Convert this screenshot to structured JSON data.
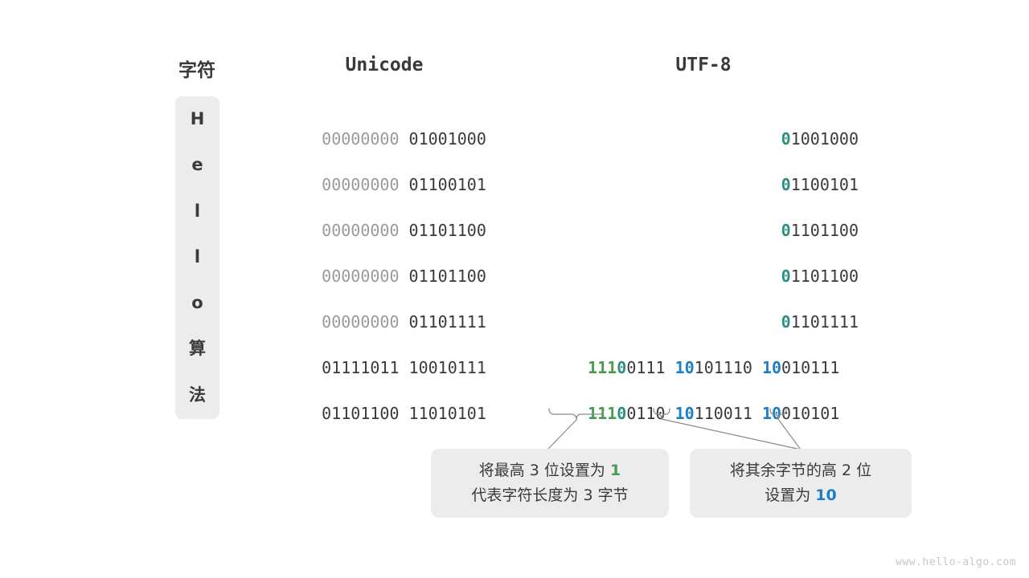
{
  "figure": {
    "watermark": "www.hello-algo.com",
    "colors": {
      "char_box_bg": "#ececec",
      "callout_bg": "#ececec",
      "text_dark": "#3a3a3a",
      "text_light": "#9a9a9a",
      "teal": "#2a9183",
      "green": "#4a9a52",
      "blue": "#1f7fc4",
      "connector": "#8a8a8a"
    }
  },
  "headers": {
    "character": "字符",
    "unicode": "Unicode",
    "utf8": "UTF-8"
  },
  "rows": [
    {
      "char": "H",
      "unicode_high": "00000000",
      "unicode_low": "01001000",
      "utf8_bytes": [
        {
          "prefix": "0",
          "prefix_color": "teal",
          "rest": "1001000"
        }
      ]
    },
    {
      "char": "e",
      "unicode_high": "00000000",
      "unicode_low": "01100101",
      "utf8_bytes": [
        {
          "prefix": "0",
          "prefix_color": "teal",
          "rest": "1100101"
        }
      ]
    },
    {
      "char": "l",
      "unicode_high": "00000000",
      "unicode_low": "01101100",
      "utf8_bytes": [
        {
          "prefix": "0",
          "prefix_color": "teal",
          "rest": "1101100"
        }
      ]
    },
    {
      "char": "l",
      "unicode_high": "00000000",
      "unicode_low": "01101100",
      "utf8_bytes": [
        {
          "prefix": "0",
          "prefix_color": "teal",
          "rest": "1101100"
        }
      ]
    },
    {
      "char": "o",
      "unicode_high": "00000000",
      "unicode_low": "01101111",
      "utf8_bytes": [
        {
          "prefix": "0",
          "prefix_color": "teal",
          "rest": "1101111"
        }
      ]
    },
    {
      "char": "算",
      "unicode_high": "01111011",
      "unicode_low": "10010111",
      "utf8_bytes": [
        {
          "prefix": "111",
          "prefix_color": "green",
          "prefix2": "0",
          "prefix2_color": "teal",
          "rest": "0111"
        },
        {
          "prefix": "10",
          "prefix_color": "blue",
          "rest": "101110"
        },
        {
          "prefix": "10",
          "prefix_color": "blue",
          "rest": "010111"
        }
      ]
    },
    {
      "char": "法",
      "unicode_high": "01101100",
      "unicode_low": "11010101",
      "utf8_bytes": [
        {
          "prefix": "111",
          "prefix_color": "green",
          "prefix2": "0",
          "prefix2_color": "teal",
          "rest": "0110"
        },
        {
          "prefix": "10",
          "prefix_color": "blue",
          "rest": "110011"
        },
        {
          "prefix": "10",
          "prefix_color": "blue",
          "rest": "010101"
        }
      ]
    }
  ],
  "callouts": {
    "first_byte": {
      "line1_pre": "将最高 3 位设置为 ",
      "line1_value": "1",
      "line2": "代表字符长度为 3 字节"
    },
    "continuation_bytes": {
      "line1": "将其余字节的高 2 位",
      "line2_pre": "设置为 ",
      "line2_value": "10"
    }
  }
}
